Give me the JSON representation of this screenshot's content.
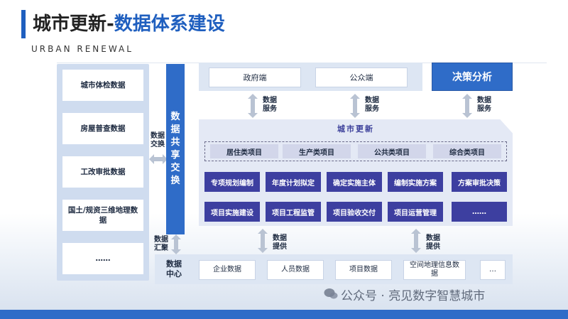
{
  "header": {
    "title_main": "城市更新-",
    "title_highlight": "数据体系建设",
    "subtitle": "URBAN RENEWAL"
  },
  "data_sources": [
    "城市体检数据",
    "房屋普查数据",
    "工改审批数据",
    "国土/规资三维地理数据",
    "……"
  ],
  "share_column": [
    "数",
    "据",
    "共",
    "享",
    "交",
    "换"
  ],
  "arrow_labels": {
    "exchange": [
      "数据",
      "交换"
    ],
    "collect": [
      "数据",
      "汇聚"
    ],
    "service": [
      "数据",
      "服务"
    ],
    "provide": [
      "数据",
      "提供"
    ]
  },
  "consumers": {
    "government": "政府端",
    "public": "公众端",
    "decision": "决策分析"
  },
  "city_renewal": {
    "title": "城市更新",
    "project_types": [
      "居住类项目",
      "生产类项目",
      "公共类项目",
      "综合类项目"
    ],
    "process_row1": [
      "专项规划编制",
      "年度计划拟定",
      "确定实施主体",
      "编制实施方案",
      "方案审批决策"
    ],
    "process_row2": [
      "项目实施建设",
      "项目工程监管",
      "项目验收交付",
      "项目运营管理",
      "……"
    ]
  },
  "data_center": {
    "label": [
      "数据",
      "中心"
    ],
    "items": [
      "企业数据",
      "人员数据",
      "项目数据",
      "空间地理信息数据",
      "…"
    ]
  },
  "watermark": "公众号 · 亮见数字智慧城市",
  "colors": {
    "accent": "#1f5fbf",
    "column_blue": "#2f6cc8",
    "process_indigo": "#3d3fa0",
    "panel_light": "#dde6f3"
  }
}
